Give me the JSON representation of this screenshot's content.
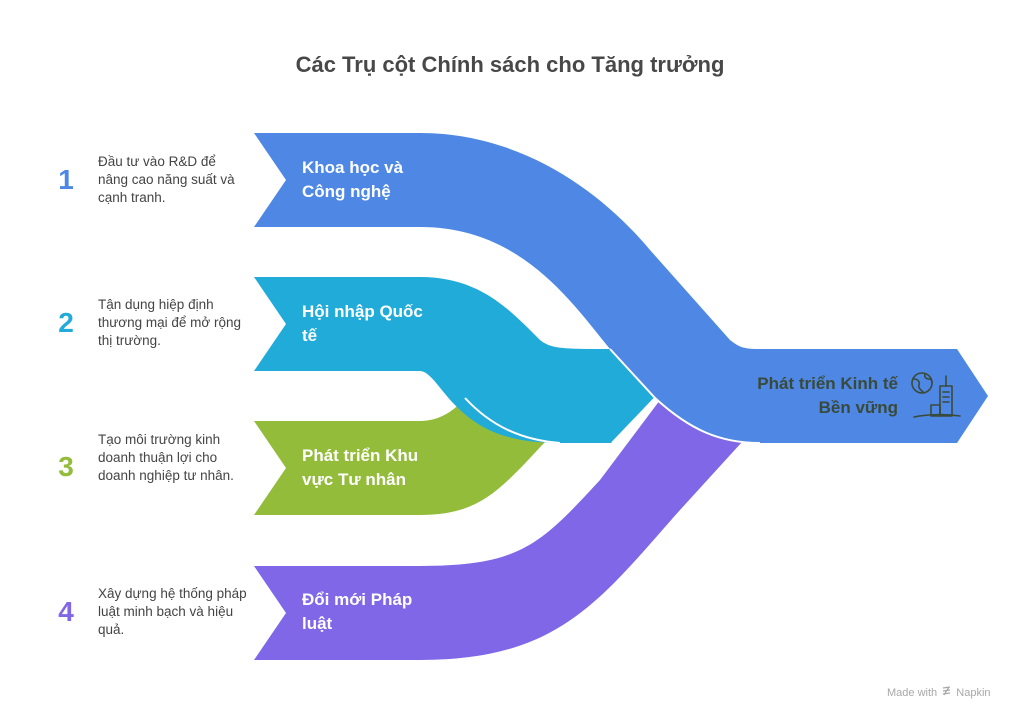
{
  "title": "Các Trụ cột Chính sách cho Tăng trưởng",
  "pillars": [
    {
      "number": "1",
      "label": "Khoa học và Công nghệ",
      "description": "Đầu tư vào R&D để nâng cao năng suất và cạnh tranh.",
      "color": "#4E88E4"
    },
    {
      "number": "2",
      "label": "Hội nhập Quốc tế",
      "description": "Tận dụng hiệp định thương mại để mở rộng thị trường.",
      "color": "#21ABD9"
    },
    {
      "number": "3",
      "label": "Phát triển Khu vực Tư nhân",
      "description": "Tạo môi trường kinh doanh thuận lợi cho doanh nghiệp tư nhân.",
      "color": "#94BC3B"
    },
    {
      "number": "4",
      "label": "Đổi mới Pháp luật",
      "description": "Xây dựng hệ thống pháp luật minh bạch và hiệu quả.",
      "color": "#7F67E7"
    }
  ],
  "outcome": {
    "label": "Phát triển Kinh tế Bền vững",
    "icon": "globe-city-icon",
    "color": "#4E88E4"
  },
  "footer": {
    "made_with": "Made with",
    "brand": "Napkin"
  }
}
